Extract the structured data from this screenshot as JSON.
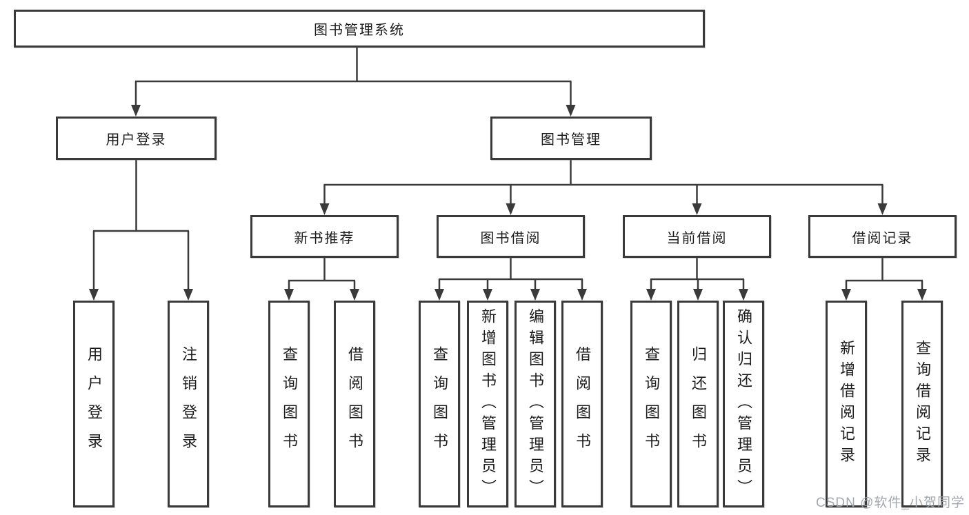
{
  "diagram": {
    "root": {
      "label": "图书管理系统"
    },
    "branches": [
      {
        "label": "用户登录",
        "children": [
          {
            "label": "用户登录"
          },
          {
            "label": "注销登录"
          }
        ]
      },
      {
        "label": "图书管理",
        "children": [
          {
            "label": "新书推荐",
            "children": [
              {
                "label": "查询图书"
              },
              {
                "label": "借阅图书"
              }
            ]
          },
          {
            "label": "图书借阅",
            "children": [
              {
                "label": "查询图书"
              },
              {
                "label": "新增图书（管理员）"
              },
              {
                "label": "编辑图书（管理员）"
              },
              {
                "label": "借阅图书"
              }
            ]
          },
          {
            "label": "当前借阅",
            "children": [
              {
                "label": "查询图书"
              },
              {
                "label": "归还图书"
              },
              {
                "label": "确认归还（管理员）"
              }
            ]
          },
          {
            "label": "借阅记录",
            "children": [
              {
                "label": "新增借阅记录"
              },
              {
                "label": "查询借阅记录"
              }
            ]
          }
        ]
      }
    ]
  },
  "watermark": {
    "text": "CSDN @软件_小贺同学",
    "color": "#9ea3aa"
  },
  "colors": {
    "line": "#3a3a3a",
    "box_border": "#3a3a3a",
    "text": "#1c1c1c",
    "background": "#ffffff"
  }
}
